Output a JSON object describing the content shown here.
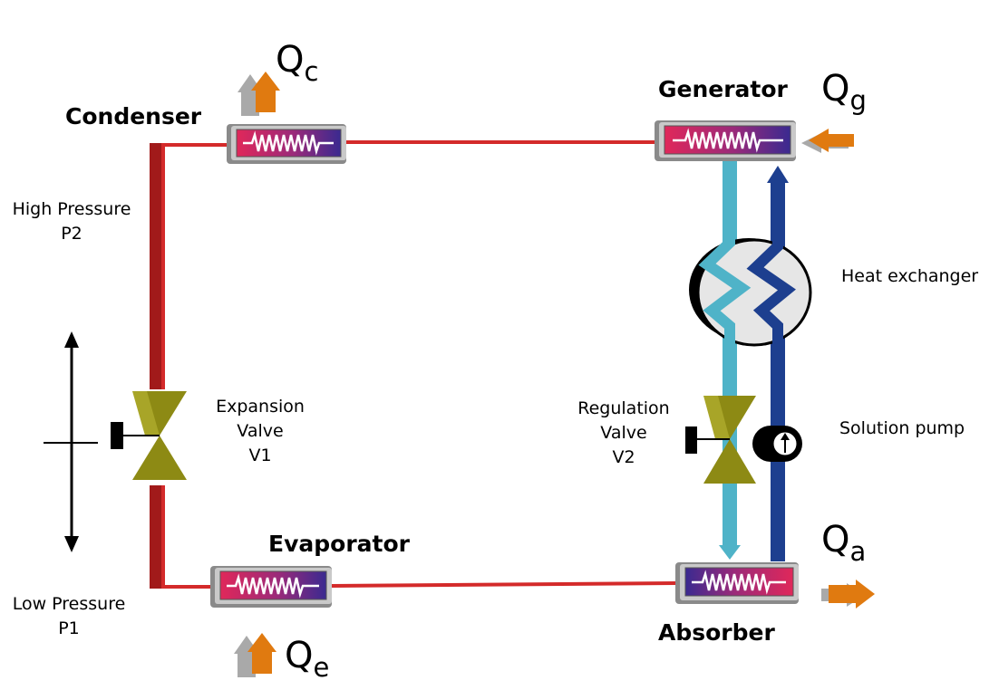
{
  "components": {
    "condenser": "Condenser",
    "generator": "Generator",
    "evaporator": "Evaporator",
    "absorber": "Absorber",
    "heat_exchanger": "Heat exchanger",
    "solution_pump": "Solution pump"
  },
  "valves": {
    "expansion": {
      "line1": "Expansion",
      "line2": "Valve",
      "line3": "V1"
    },
    "regulation": {
      "line1": "Regulation",
      "line2": "Valve",
      "line3": "V2"
    }
  },
  "pressures": {
    "high": {
      "line1": "High Pressure",
      "line2": "P2"
    },
    "low": {
      "line1": "Low Pressure",
      "line2": "P1"
    }
  },
  "heat_flows": {
    "condenser": {
      "symbol": "Q",
      "subscript": "c"
    },
    "generator": {
      "symbol": "Q",
      "subscript": "g"
    },
    "absorber": {
      "symbol": "Q",
      "subscript": "a"
    },
    "evaporator": {
      "symbol": "Q",
      "subscript": "e"
    }
  },
  "colors": {
    "refrigerant_line": "#d42a2a",
    "high_pressure_pipe": "#a11a1a",
    "strong_solution": "#4fb3c8",
    "weak_solution": "#1d3f8f",
    "valve": "#8d8a14",
    "heat_arrow": "#e07a10",
    "arrow_shadow": "#a9a9a9"
  }
}
